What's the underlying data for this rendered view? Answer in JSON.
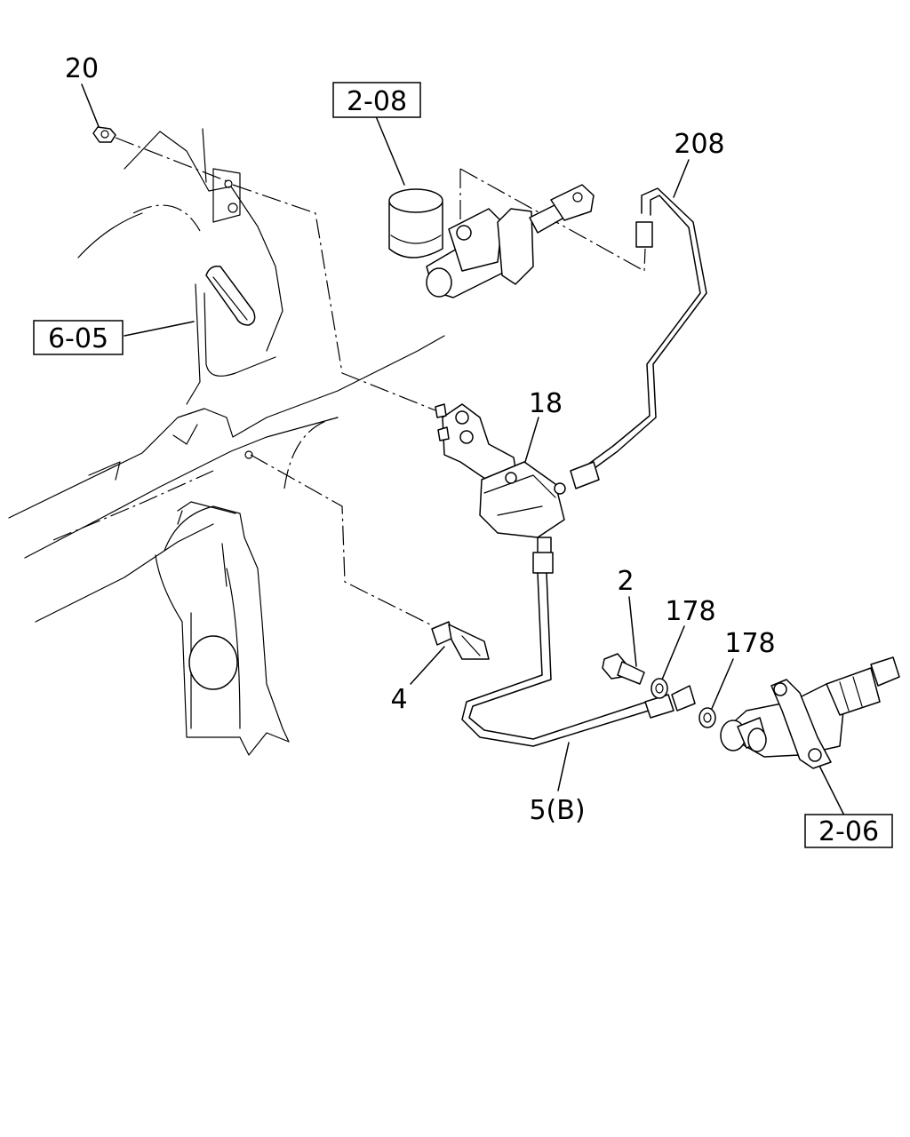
{
  "references": {
    "ref_208_box": "2-08",
    "ref_605_box": "6-05",
    "ref_206_box": "2-06"
  },
  "callouts": {
    "c20": "20",
    "c208": "208",
    "c18": "18",
    "c2": "2",
    "c178a": "178",
    "c178b": "178",
    "c4": "4",
    "c5b": "5(B)"
  }
}
